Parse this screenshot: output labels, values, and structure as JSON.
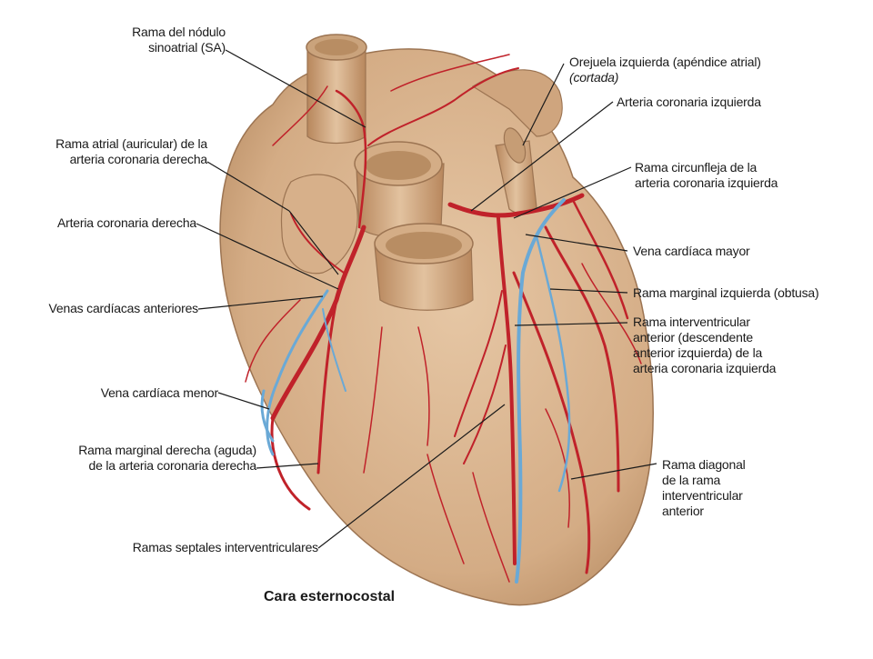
{
  "colors": {
    "heart_base": "#d9b48f",
    "heart_shadow": "#b58a63",
    "artery": "#c0222a",
    "vein": "#6aa9d6",
    "leader_line": "#1a1a1a"
  },
  "caption": "Cara esternocostal",
  "labels": {
    "sa_node": [
      "Rama del nódulo",
      "sinoatrial (SA)"
    ],
    "atrial_branch": [
      "Rama atrial (auricular) de la",
      "arteria coronaria derecha"
    ],
    "right_coronary": "Arteria coronaria derecha",
    "anterior_veins": "Venas cardíacas anteriores",
    "small_vein": "Vena cardíaca menor",
    "right_marginal": [
      "Rama marginal derecha (aguda)",
      "de la arteria coronaria derecha"
    ],
    "septal": "Ramas septales interventriculares",
    "left_auricle": [
      "Orejuela izquierda (apéndice atrial)",
      "(cortada)"
    ],
    "left_coronary": "Arteria coronaria izquierda",
    "circumflex": [
      "Rama circunfleja de la",
      "arteria coronaria izquierda"
    ],
    "great_vein": "Vena cardíaca mayor",
    "left_marginal": "Rama marginal izquierda (obtusa)",
    "anterior_interventricular": [
      "Rama interventricular",
      "anterior (descendente",
      "anterior izquierda) de la",
      "arteria coronaria izquierda"
    ],
    "diagonal": [
      "Rama diagonal",
      "de la rama",
      "interventricular",
      "anterior"
    ]
  }
}
